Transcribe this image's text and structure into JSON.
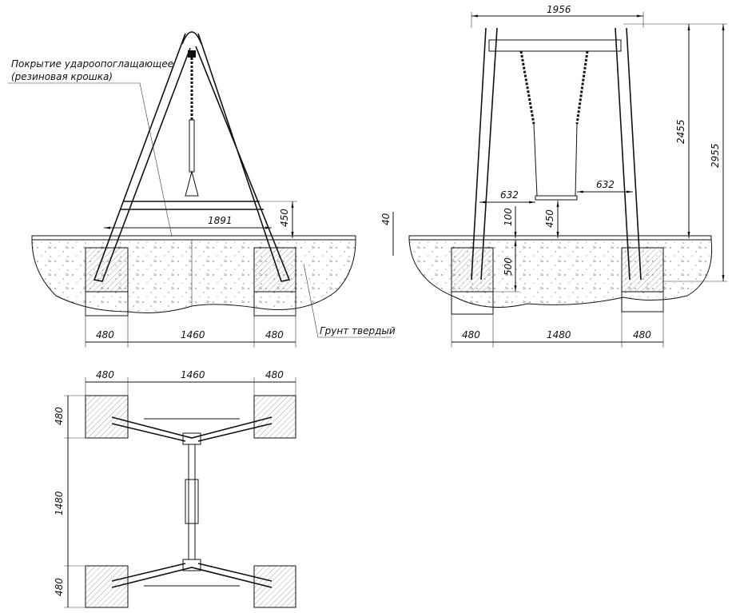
{
  "side_view": {
    "label_coating_line1": "Покрытие удароопоглащающее",
    "label_coating_line2": "(резиновая крошка)",
    "label_soil": "Грунт твердый",
    "dim_span": "1891",
    "dim_seat_height": "450",
    "dim_block_left": "480",
    "dim_between": "1460",
    "dim_block_right": "480"
  },
  "front_view": {
    "dim_width": "1956",
    "dim_height_ground": "2455",
    "dim_height_total": "2955",
    "dim_seat_left": "632",
    "dim_seat_right": "632",
    "dim_clearance": "100",
    "dim_seat_height": "450",
    "dim_coating": "40",
    "dim_depth": "500",
    "dim_block_left": "480",
    "dim_between": "1480",
    "dim_block_right": "480"
  },
  "plan_view": {
    "dim_top_left": "480",
    "dim_top_mid": "1460",
    "dim_top_right": "480",
    "dim_side_top": "480",
    "dim_side_mid": "1480",
    "dim_side_bottom": "480"
  }
}
